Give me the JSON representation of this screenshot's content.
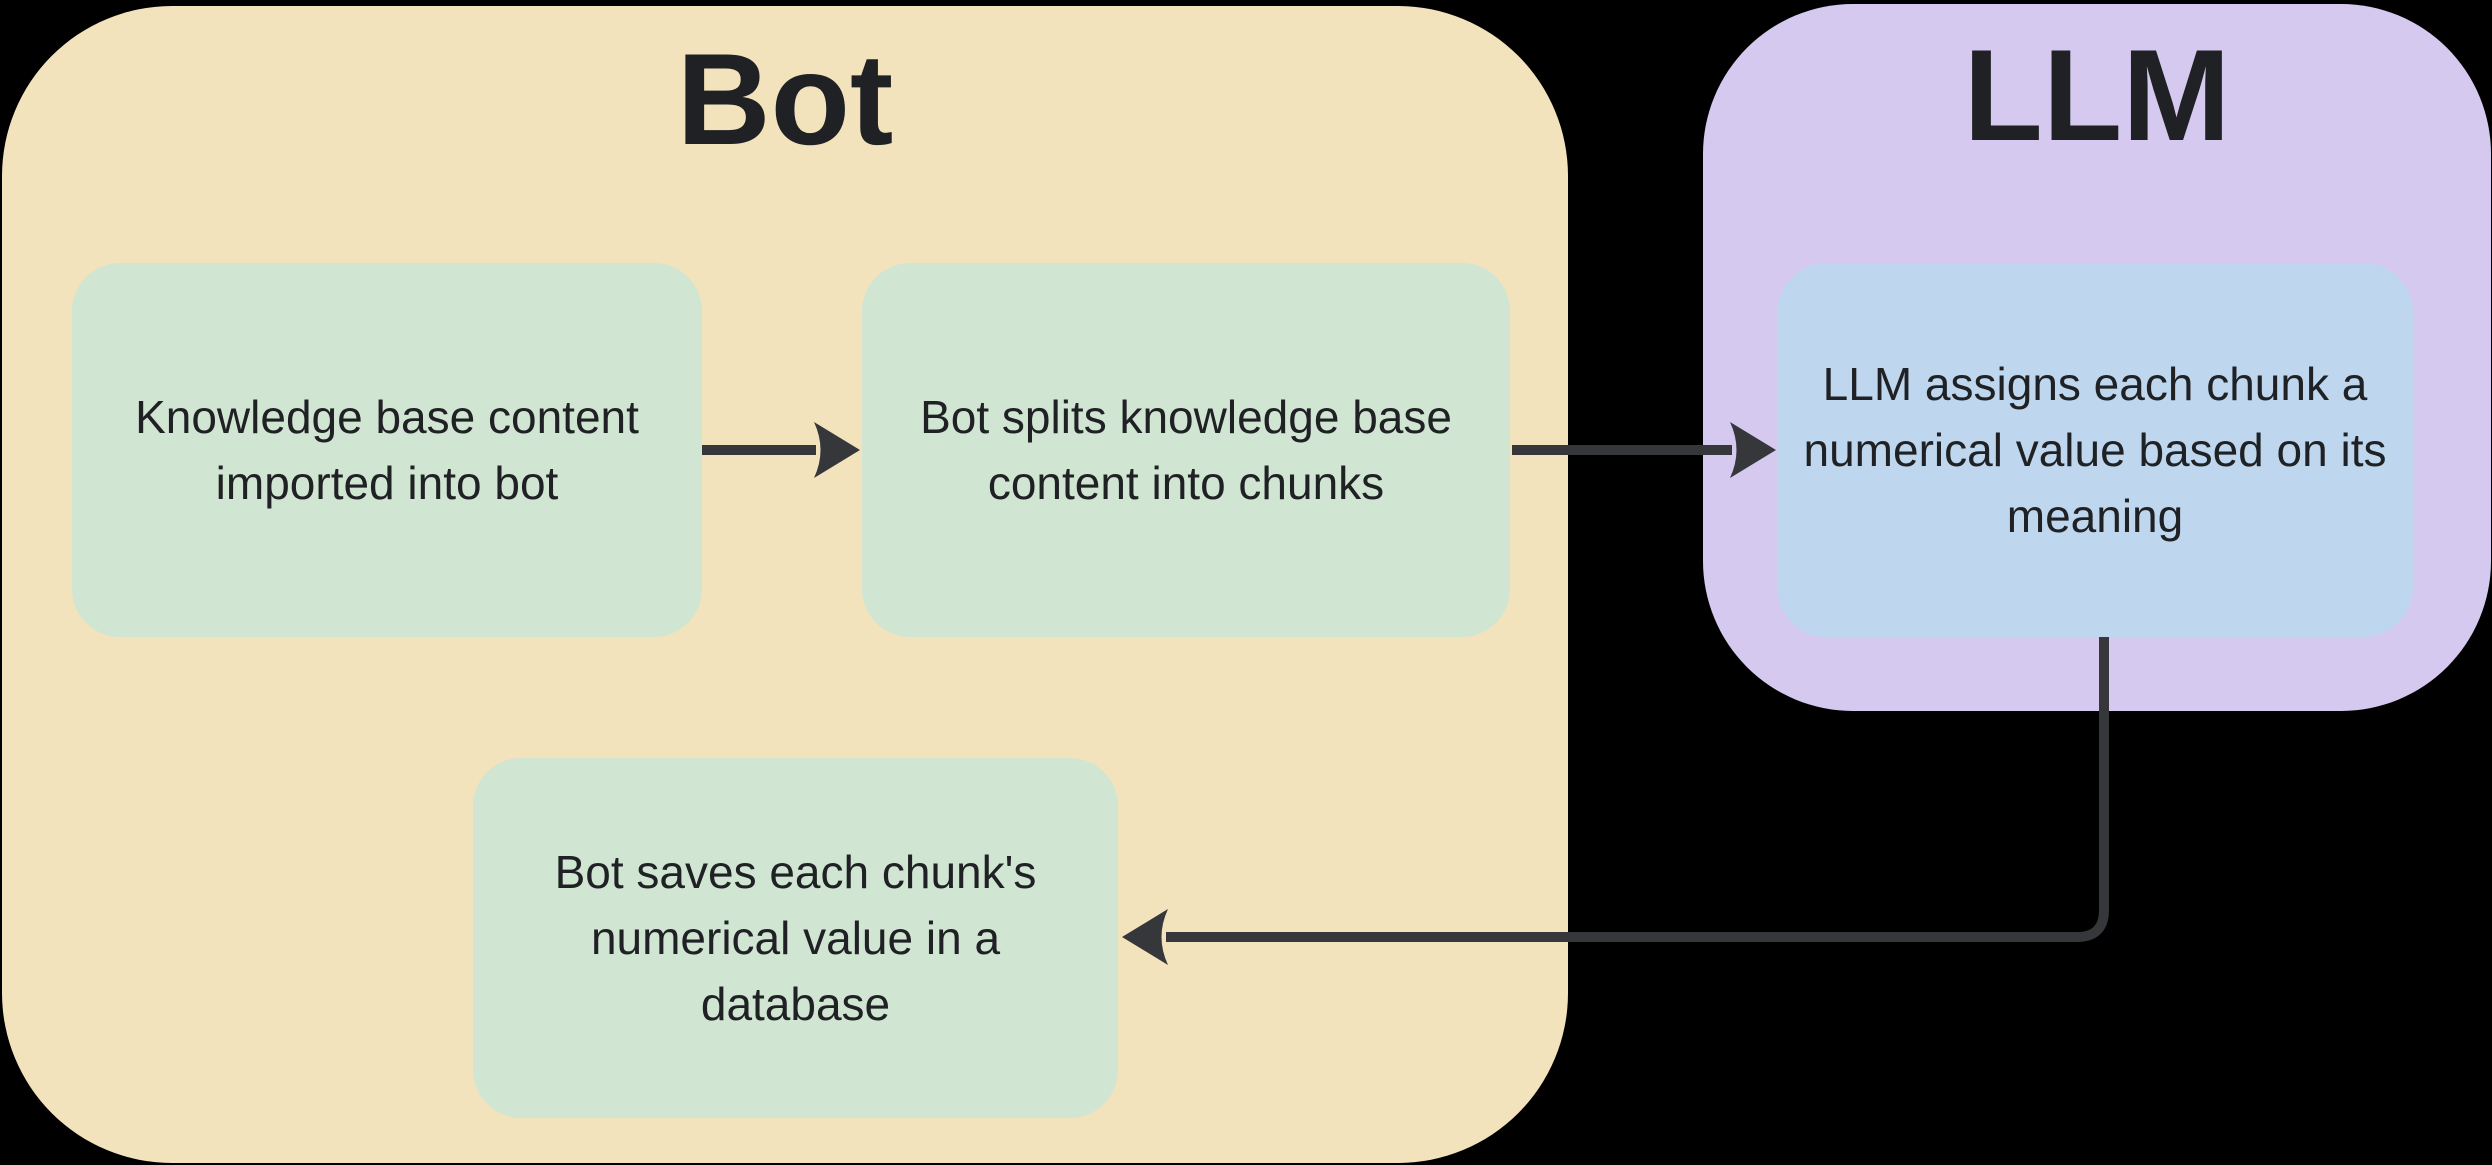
{
  "diagram": {
    "type": "flowchart",
    "background_color": "#000000",
    "colors": {
      "bot_container_bg": "#f3e3bc",
      "llm_container_bg": "#d6c9f0",
      "bot_process_box_bg": "#d1e5d3",
      "llm_process_box_bg": "#bed7ee",
      "text": "#1f2124",
      "arrow": "#35373a"
    },
    "containers": {
      "bot": {
        "title": "Bot"
      },
      "llm": {
        "title": "LLM"
      }
    },
    "nodes": {
      "import": {
        "container": "bot",
        "text": "Knowledge base content imported into bot"
      },
      "split": {
        "container": "bot",
        "text": "Bot splits knowledge base content into chunks"
      },
      "assign": {
        "container": "llm",
        "text": "LLM assigns each chunk a numerical value based on its meaning"
      },
      "save": {
        "container": "bot",
        "text": "Bot saves each chunk's numerical value in a database"
      }
    },
    "edges": [
      {
        "from": "import",
        "to": "split",
        "direction": "right"
      },
      {
        "from": "split",
        "to": "assign",
        "direction": "right"
      },
      {
        "from": "assign",
        "to": "save",
        "direction": "down-then-left"
      }
    ]
  }
}
